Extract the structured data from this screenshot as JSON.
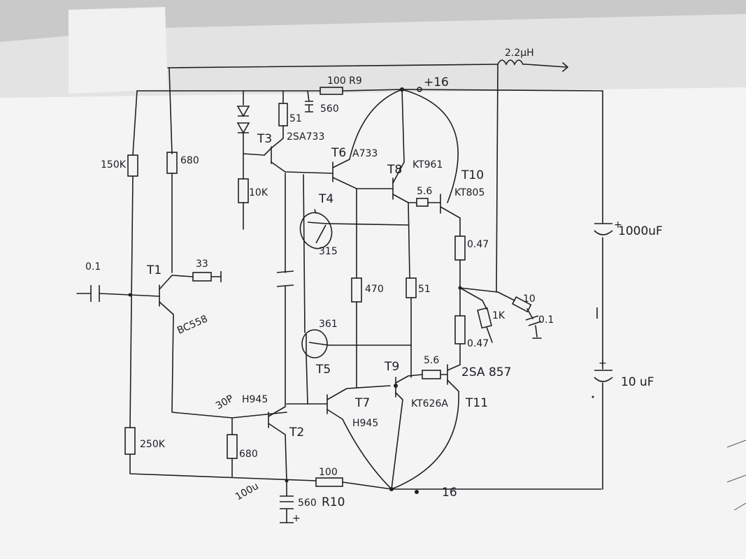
{
  "labels": {
    "l_22uh": "2.2µH",
    "l_100r9": "100 R9",
    "l_p16": "+16",
    "l_560top": "560",
    "l_51a": "51",
    "l_t3": "T3",
    "l_2sa733": "2SA733",
    "l_t6": "T6",
    "l_a733": "A733",
    "l_t8": "T8",
    "l_kt961": "KT961",
    "l_t10": "T10",
    "l_56a": "5.6",
    "l_kt805": "KT805",
    "l_150k": "150K",
    "l_680a": "680",
    "l_10k": "10K",
    "l_t4": "T4",
    "l_315": "315",
    "l_047a": "0.47",
    "l_1000uf": "1000uF",
    "l_01in": "0.1",
    "l_t1": "T1",
    "l_33": "33",
    "l_bc558": "BC558",
    "l_470": "470",
    "l_51b": "51",
    "l_10r": "10",
    "l_1k": "1K",
    "l_01out": "0.1",
    "l_361": "361",
    "l_047b": "0.47",
    "l_t5": "T5",
    "l_56b": "5.6",
    "l_t9": "T9",
    "l_2sa857": "2SA 857",
    "l_10uf": "10  uF",
    "l_30p": "30P",
    "l_h945": "H945",
    "l_t7": "T7",
    "l_h945b": "H945",
    "l_kt626a": "KT626A",
    "l_t11": "T11",
    "l_t2": "T2",
    "l_250k": "250K",
    "l_680b": "680",
    "l_100r10": "100",
    "l_r10": "R10",
    "l_m16": "16",
    "l_100u": "100u",
    "l_560b": "560"
  }
}
